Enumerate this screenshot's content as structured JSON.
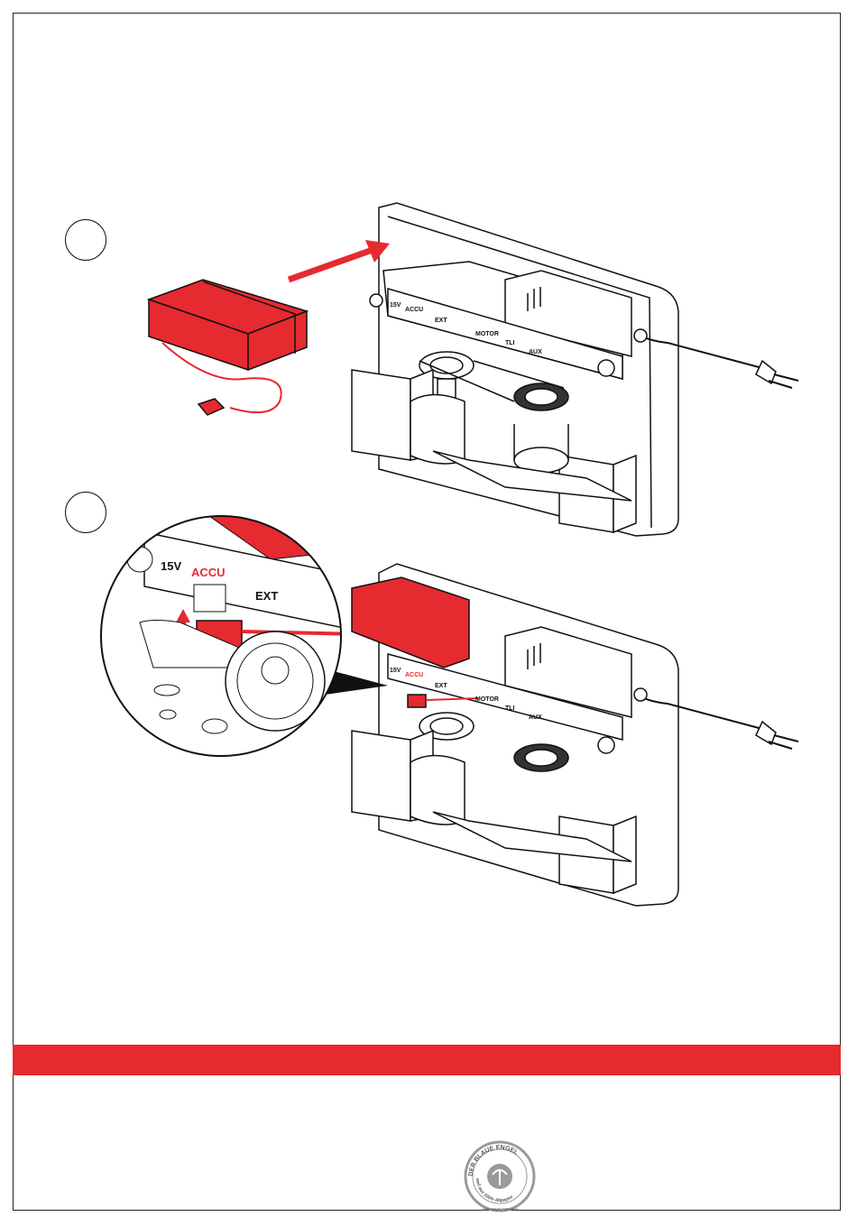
{
  "colors": {
    "accent": "#e52a30",
    "line": "#111111",
    "seal": "#9a9a9a"
  },
  "steps": [
    {
      "name": "step-1"
    },
    {
      "name": "step-2"
    }
  ],
  "device_labels": {
    "v15": "15V",
    "accu": "ACCU",
    "ext": "EXT",
    "motor": "MOTOR",
    "tl": "TLI",
    "aux": "AUX"
  },
  "zoom_labels": {
    "v15": "15V",
    "accu": "ACCU",
    "ext": "EXT"
  },
  "seal": {
    "top_text": "DER BLAUE ENGEL",
    "bottom_text": "weil aus 100% Altpapier",
    "footer_text": "JURY UMWELTZEICHEN"
  }
}
